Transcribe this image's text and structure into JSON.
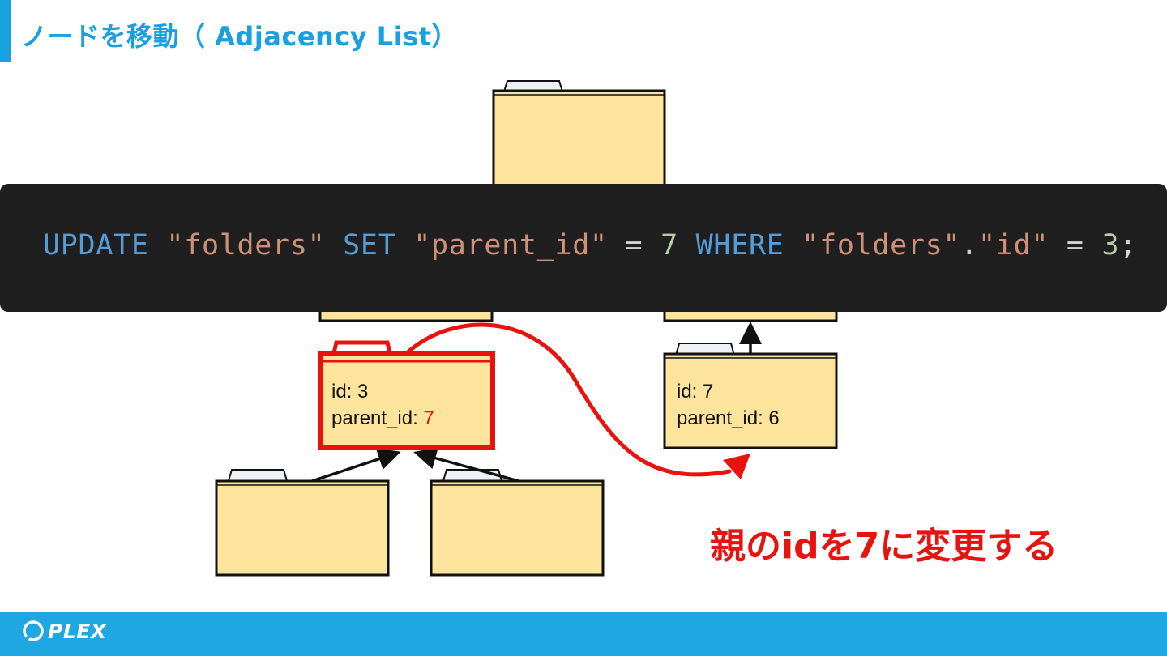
{
  "slide": {
    "title": "ノードを移動（ Adjacency List）",
    "note": "親のidを7に変更する"
  },
  "folders": {
    "moved": {
      "id_label": "id: 3",
      "parent_label": "parent_id: ",
      "parent_value": "7"
    },
    "target": {
      "id_label": "id: 7",
      "parent_label": "parent_id: 6"
    }
  },
  "code": {
    "tokens": [
      {
        "text": "UPDATE",
        "kind": "keyword"
      },
      {
        "text": " ",
        "kind": "op"
      },
      {
        "text": "\"folders\"",
        "kind": "string"
      },
      {
        "text": " ",
        "kind": "op"
      },
      {
        "text": "SET",
        "kind": "keyword"
      },
      {
        "text": " ",
        "kind": "op"
      },
      {
        "text": "\"parent_id\"",
        "kind": "string"
      },
      {
        "text": " = ",
        "kind": "op"
      },
      {
        "text": "7",
        "kind": "number"
      },
      {
        "text": " ",
        "kind": "op"
      },
      {
        "text": "WHERE",
        "kind": "keyword"
      },
      {
        "text": " ",
        "kind": "op"
      },
      {
        "text": "\"folders\"",
        "kind": "string"
      },
      {
        "text": ".",
        "kind": "op"
      },
      {
        "text": "\"id\"",
        "kind": "string"
      },
      {
        "text": " = ",
        "kind": "op"
      },
      {
        "text": "3",
        "kind": "number"
      },
      {
        "text": ";",
        "kind": "op"
      }
    ]
  },
  "footer": {
    "logo_text": "PLEX"
  },
  "colors": {
    "accent_blue": "#1aa1e0",
    "highlight_red": "#e8120f",
    "folder_fill": "#fde49c",
    "code_background": "#1f1f1f"
  }
}
